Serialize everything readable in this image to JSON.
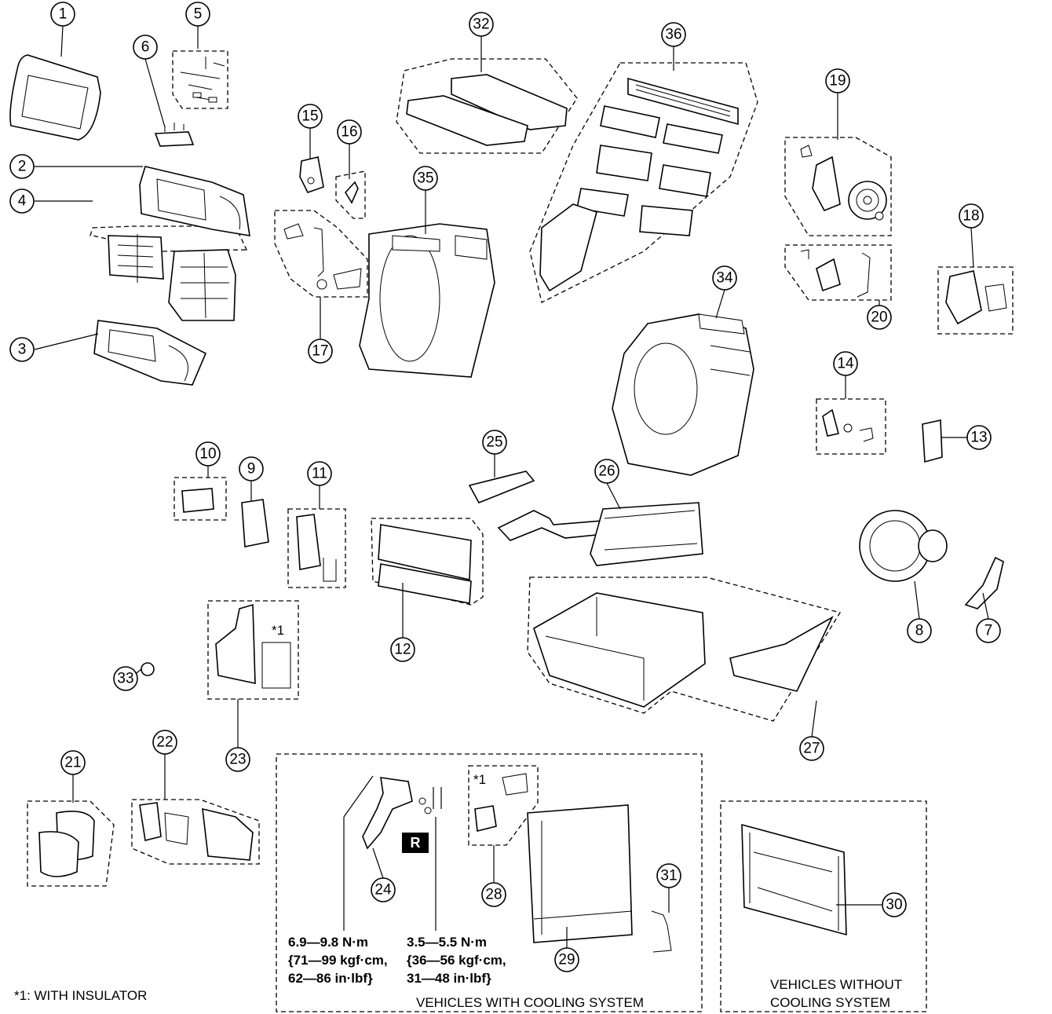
{
  "callouts": [
    "1",
    "2",
    "3",
    "4",
    "5",
    "6",
    "7",
    "8",
    "9",
    "10",
    "11",
    "12",
    "13",
    "14",
    "15",
    "16",
    "17",
    "18",
    "19",
    "20",
    "21",
    "22",
    "23",
    "24",
    "25",
    "26",
    "27",
    "28",
    "29",
    "30",
    "31",
    "32",
    "33",
    "34",
    "35",
    "36"
  ],
  "insulator_marks": {
    "mark_23": "*1",
    "mark_28": "*1"
  },
  "badge": {
    "r": "R"
  },
  "torque_left": {
    "line1": "6.9—9.8 N·m",
    "line2": "{71—99 kgf·cm,",
    "line3": "62—86 in·lbf}"
  },
  "torque_right": {
    "line1": "3.5—5.5 N·m",
    "line2": "{36—56 kgf·cm,",
    "line3": "31—48 in·lbf}"
  },
  "footnote": "*1: WITH INSULATOR",
  "group_cooling": "VEHICLES WITH COOLING SYSTEM",
  "group_no_cooling": {
    "line1": "VEHICLES WITHOUT",
    "line2": "COOLING SYSTEM"
  }
}
